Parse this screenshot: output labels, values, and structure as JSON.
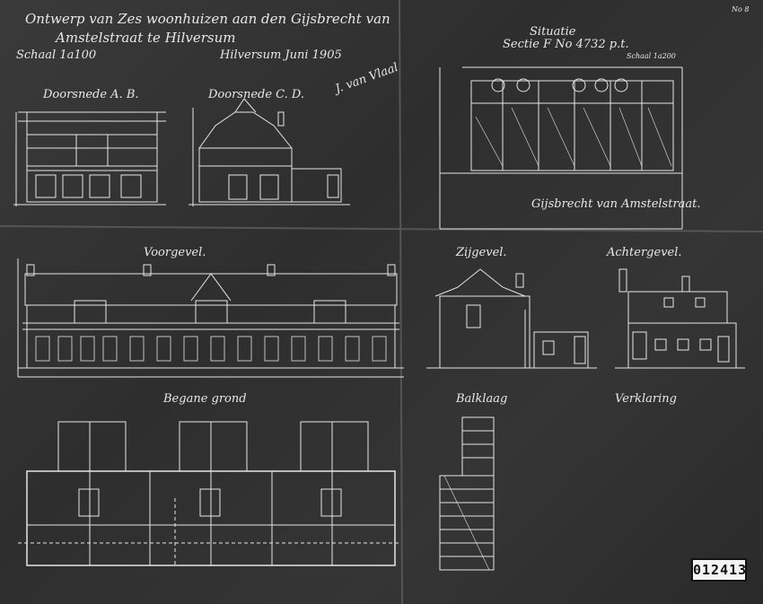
{
  "sheet_number": "No 8",
  "title_line1": "Ontwerp van Zes woonhuizen aan den Gijsbrecht van",
  "title_line2": "Amstelstraat te Hilversum",
  "scale_left": "Schaal 1a100",
  "place_date": "Hilversum Juni 1905",
  "signature": "J. van Vlaal",
  "section_ab": "Doorsnede A. B.",
  "section_cd": "Doorsnede C. D.",
  "situatie_title": "Situatie",
  "situatie_sectie": "Sectie F No 4732 p.t.",
  "situatie_scale": "Schaal 1a200",
  "street_name": "Gijsbrecht van Amstelstraat.",
  "voorgevel": "Voorgevel.",
  "zijgevel": "Zijgevel.",
  "achtergevel": "Achtergevel.",
  "begane_grond": "Begane grond",
  "balklaag": "Balklaag",
  "verklaring": "Verklaring",
  "archive_number": "012413",
  "colors": {
    "paper": "#2f2f2f",
    "lines": "#e8e8e8",
    "stamp": "#f4f4f4"
  }
}
